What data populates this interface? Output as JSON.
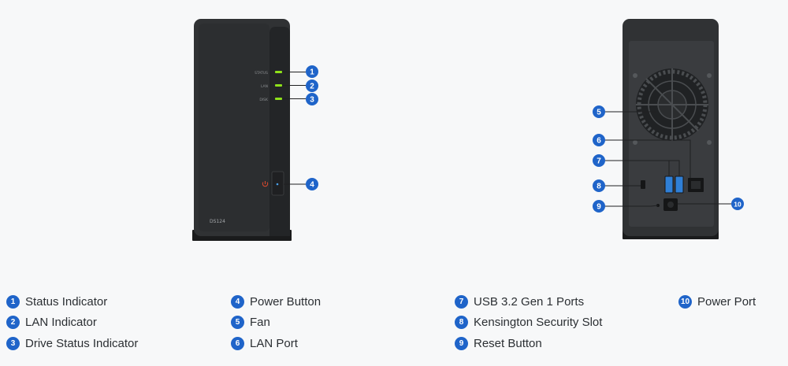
{
  "front_panel": {
    "led_labels": [
      "STATUS",
      "LAN",
      "DISK"
    ],
    "model_label": "DS124"
  },
  "callouts": [
    "1",
    "2",
    "3",
    "4",
    "5",
    "6",
    "7",
    "8",
    "9",
    "10"
  ],
  "legend": [
    {
      "num": "1",
      "label": "Status Indicator"
    },
    {
      "num": "2",
      "label": "LAN Indicator"
    },
    {
      "num": "3",
      "label": "Drive Status Indicator"
    },
    {
      "num": "4",
      "label": "Power Button"
    },
    {
      "num": "5",
      "label": "Fan"
    },
    {
      "num": "6",
      "label": "LAN Port"
    },
    {
      "num": "7",
      "label": "USB 3.2 Gen 1 Ports"
    },
    {
      "num": "8",
      "label": "Kensington Security Slot"
    },
    {
      "num": "9",
      "label": "Reset Button"
    },
    {
      "num": "10",
      "label": "Power Port"
    }
  ],
  "colors": {
    "accent": "#1f64c9",
    "led_on": "#8ee11a",
    "power_icon": "#e04a2e",
    "usb_port": "#2f7fd6",
    "chassis": "#27292b"
  }
}
